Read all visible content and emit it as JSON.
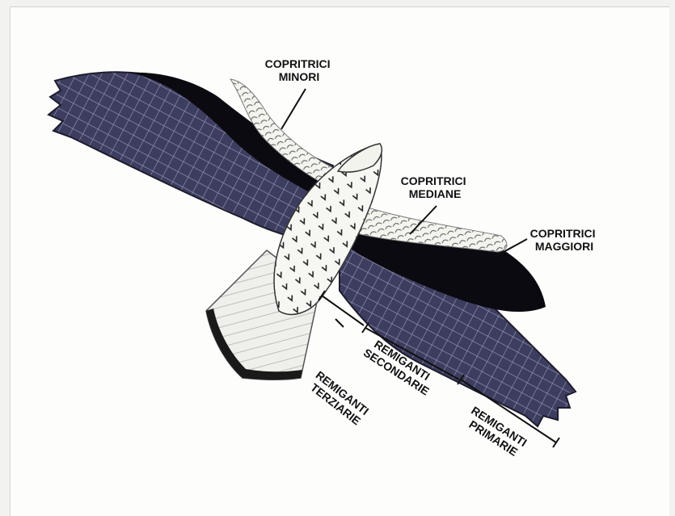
{
  "labels": {
    "minor_coverts": [
      "COPRITRICI",
      "MINORI"
    ],
    "median_coverts": [
      "COPRITRICI",
      "MEDIANE"
    ],
    "major_coverts": [
      "COPRITRICI",
      "MAGGIORI"
    ],
    "secondary_remiges": [
      "REMIGANTI",
      "SECONDARIE"
    ],
    "tertiary_remiges": [
      "REMIGANTI",
      "TERZIARIE"
    ],
    "primary_remiges": [
      "REMIGANTI",
      "PRIMARIE"
    ]
  },
  "colors": {
    "remiges": "#3a3a5c",
    "major_coverts": "#0a0a10",
    "coverts_light": "#e9e9e4",
    "tail": "#ececea",
    "tail_band": "#1a1a1a",
    "ink": "#111111"
  }
}
